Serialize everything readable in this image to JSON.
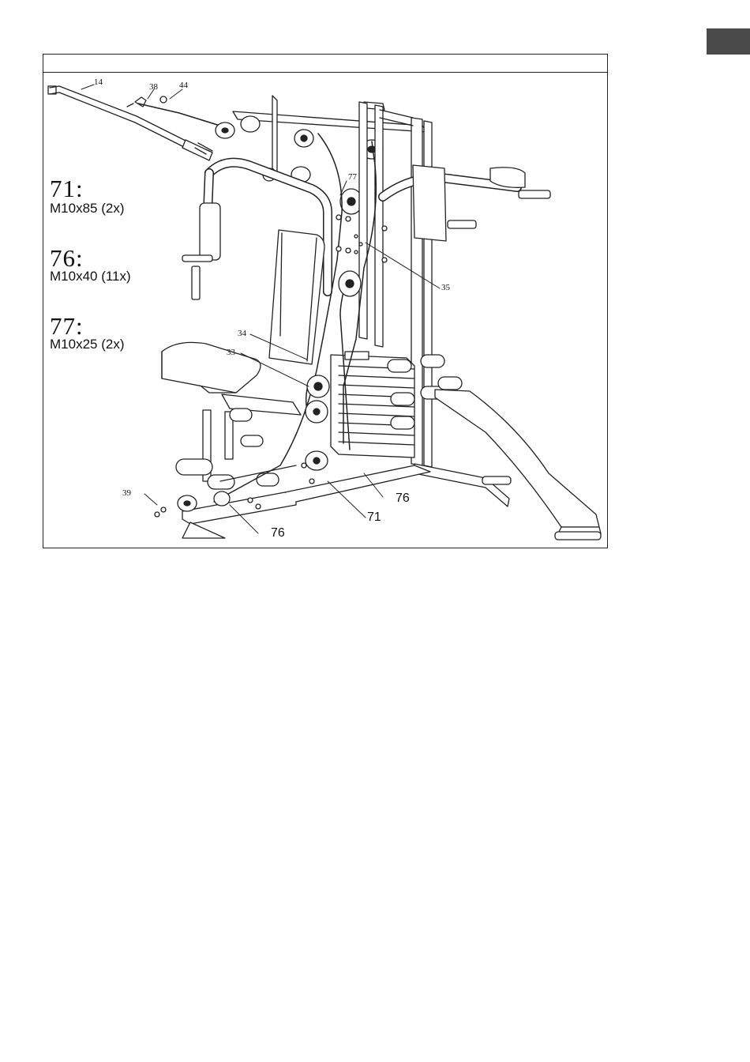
{
  "legend": [
    {
      "number": "71:",
      "spec": "M10x85 (2x)"
    },
    {
      "number": "76:",
      "spec": "M10x40 (11x)"
    },
    {
      "number": "77:",
      "spec": "M10x25 (2x)"
    }
  ],
  "part_labels": {
    "p14": "14",
    "p38": "38",
    "p44": "44",
    "p77": "77",
    "p35": "35",
    "p34": "34",
    "p33": "33",
    "p39": "39",
    "p76_right": "76",
    "p71": "71",
    "p76_bottom": "76"
  },
  "colors": {
    "tab": "#4a4a4a",
    "line": "#222222"
  }
}
